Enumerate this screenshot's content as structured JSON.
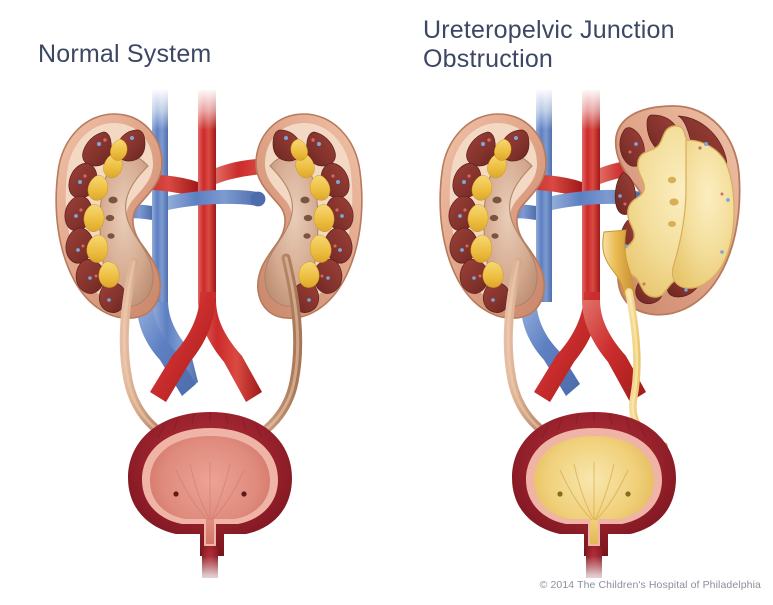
{
  "figure": {
    "kind": "medical-illustration",
    "subject": "Urinary tract anatomy comparison",
    "background_color": "#ffffff"
  },
  "panels": {
    "left": {
      "title": "Normal System",
      "title_color": "#3c4764",
      "description": "Normal urinary system: two normal kidneys, two ureters, bladder with pink urine",
      "kidneys": [
        {
          "side": "left",
          "state": "normal"
        },
        {
          "side": "right",
          "state": "normal"
        }
      ],
      "bladder_fill": "pink"
    },
    "right": {
      "title": "Ureteropelvic Junction\nObstruction",
      "title_color": "#3c4764",
      "description": "UPJ obstruction: right kidney hydronephrotic with dilated yellow renal pelvis and narrowed ureteropelvic junction",
      "kidneys": [
        {
          "side": "left",
          "state": "normal"
        },
        {
          "side": "right",
          "state": "hydronephrotic"
        }
      ],
      "bladder_fill": "yellow"
    }
  },
  "colors": {
    "title": "#3c4764",
    "copyright": "#8e8e9c",
    "vein_blue": "#6f8ec9",
    "vein_blue_dark": "#4a6bb0",
    "artery_red": "#cf2f2f",
    "artery_red_dark": "#a81c1c",
    "kidney_capsule": "#e0a488",
    "kidney_capsule_dark": "#c07e62",
    "renal_pyramid": "#8e3a33",
    "renal_pyramid_dark": "#6d2a25",
    "renal_fat": "#f0c44a",
    "renal_pelvis": "#cfa188",
    "ureter": "#c89878",
    "urine_yellow": "#f2dc9a",
    "urine_yellow_dark": "#e0b84e",
    "bladder_muscle": "#9e1f2b",
    "bladder_muscle_dark": "#73141d",
    "bladder_lumen_pink": "#e2897c",
    "bladder_mucosa": "#f0b3a6"
  },
  "copyright": "© 2014 The Children's Hospital of Philadelphia"
}
